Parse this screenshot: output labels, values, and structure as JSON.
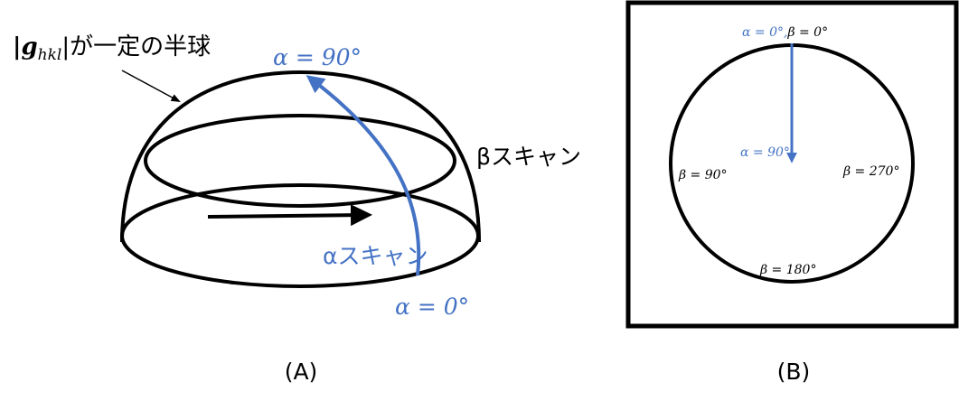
{
  "colors": {
    "accent": "#4472c4",
    "ink": "#000000",
    "background": "#ffffff"
  },
  "panel_a": {
    "caption": "(A)",
    "hemisphere_label_vec": "|g",
    "hemisphere_label_sub": "hkl",
    "hemisphere_label_rest": "|が一定の半球",
    "alpha_top": "α = 90°",
    "alpha_bottom": "α = 0°",
    "alpha_scan": "αスキャン",
    "beta_scan": "βスキャン"
  },
  "panel_b": {
    "caption": "(B)",
    "top_label_alpha": "α = 0°,",
    "top_label_beta": "β = 0°",
    "center_label": "α = 90°",
    "left_label": "β = 90°",
    "right_label": "β = 270°",
    "bottom_label": "β = 180°"
  }
}
